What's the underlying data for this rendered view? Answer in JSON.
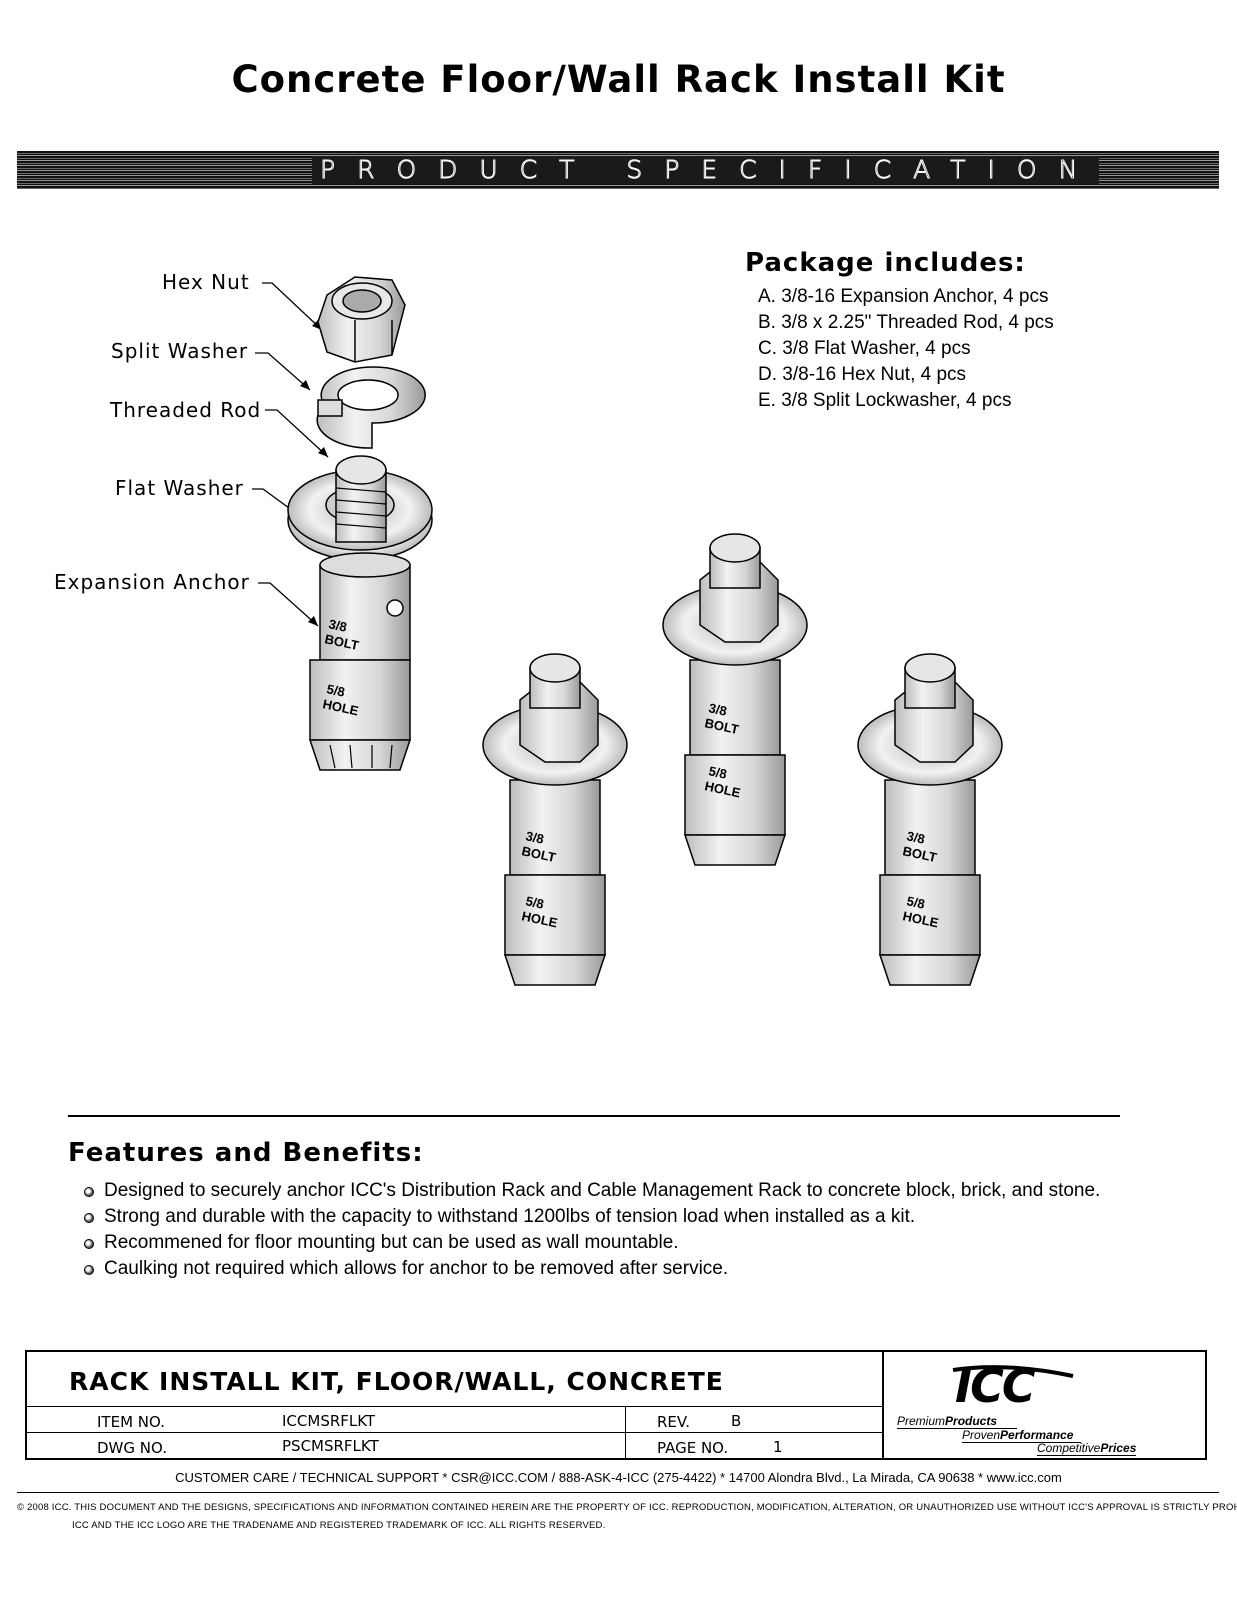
{
  "title": "Concrete Floor/Wall Rack Install Kit",
  "spec_bar": "PRODUCT SPECIFICATION",
  "callouts": {
    "hex_nut": "Hex Nut",
    "split_washer": "Split Washer",
    "threaded_rod": "Threaded Rod",
    "flat_washer": "Flat Washer",
    "expansion_anchor": "Expansion Anchor"
  },
  "anchor_marks": {
    "bolt_size": "3/8",
    "bolt_word": "BOLT",
    "hole_size": "5/8",
    "hole_word": "HOLE"
  },
  "package": {
    "heading": "Package includes:",
    "items": [
      "A. 3/8-16 Expansion Anchor, 4 pcs",
      "B. 3/8 x 2.25\" Threaded Rod, 4 pcs",
      "C. 3/8 Flat Washer, 4 pcs",
      "D. 3/8-16 Hex Nut, 4 pcs",
      "E. 3/8 Split Lockwasher, 4 pcs"
    ]
  },
  "features": {
    "heading": "Features and Benefits:",
    "items": [
      "Designed to securely anchor ICC's Distribution Rack and Cable Management Rack to concrete block, brick, and stone.",
      "Strong and durable with the capacity to withstand 1200lbs of tension load when installed as a kit.",
      "Recommened for floor mounting but can be used as wall mountable.",
      "Caulking not required which allows for anchor to be removed after service."
    ]
  },
  "title_block": {
    "product_name": "RACK INSTALL KIT, FLOOR/WALL, CONCRETE",
    "item_no_label": "ITEM NO.",
    "item_no": "ICCMSRFLKT",
    "dwg_no_label": "DWG NO.",
    "dwg_no": "PSCMSRFLKT",
    "rev_label": "REV.",
    "rev": "B",
    "page_no_label": "PAGE NO.",
    "page_no": "1",
    "logo_text": "ICC",
    "tagline": {
      "premium": "Premium",
      "products": "Products",
      "proven": "Proven",
      "performance": "Performance",
      "competitive": "Competitive",
      "prices": "Prices"
    }
  },
  "footer": {
    "customer_care": "CUSTOMER CARE / TECHNICAL SUPPORT * CSR@ICC.COM / 888-ASK-4-ICC (275-4422) * 14700 Alondra Blvd., La Mirada, CA 90638 * www.icc.com",
    "copyright_line1": "© 2008 ICC. THIS DOCUMENT AND THE DESIGNS, SPECIFICATIONS AND INFORMATION CONTAINED HEREIN ARE THE PROPERTY OF ICC. REPRODUCTION, MODIFICATION, ALTERATION, OR UNAUTHORIZED USE WITHOUT ICC'S APPROVAL IS STRICTLY PROHIBITED.",
    "copyright_line2": "ICC AND THE ICC LOGO ARE THE TRADENAME AND REGISTERED TRADEMARK OF ICC.  ALL RIGHTS RESERVED."
  }
}
